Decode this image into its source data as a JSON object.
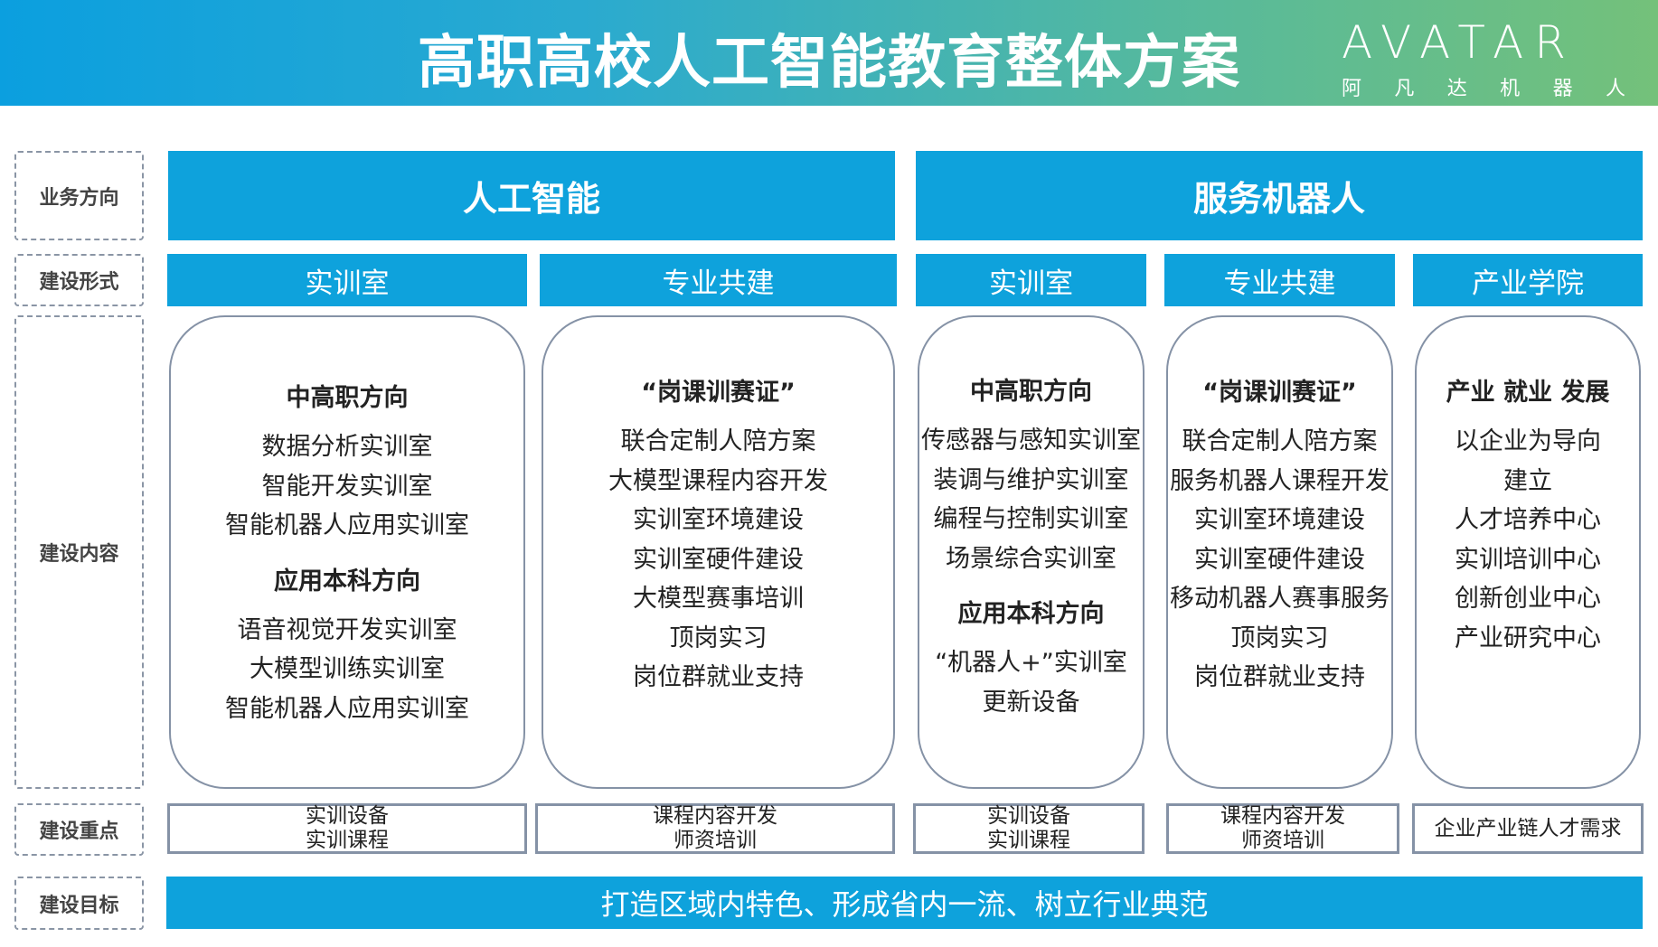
{
  "header": {
    "title": "高职高校人工智能教育整体方案",
    "logo_mark": "AVATAR",
    "logo_chars": [
      "阿",
      "凡",
      "达",
      "机",
      "器",
      "人"
    ]
  },
  "labels": {
    "direction": "业务方向",
    "form": "建设形式",
    "content": "建设内容",
    "focus": "建设重点",
    "goal": "建设目标"
  },
  "directions": [
    "人工智能",
    "服务机器人"
  ],
  "forms": [
    "实训室",
    "专业共建",
    "实训室",
    "专业共建",
    "产业学院"
  ],
  "columns": [
    {
      "sections": [
        {
          "heading": "中高职方向",
          "items": [
            "数据分析实训室",
            "智能开发实训室",
            "智能机器人应用实训室"
          ]
        },
        {
          "heading": "应用本科方向",
          "items": [
            "语音视觉开发实训室",
            "大模型训练实训室",
            "智能机器人应用实训室"
          ]
        }
      ]
    },
    {
      "sections": [
        {
          "heading": "“岗课训赛证”",
          "items": [
            "联合定制人陪方案",
            "大模型课程内容开发",
            "实训室环境建设",
            "实训室硬件建设",
            "大模型赛事培训",
            "顶岗实习",
            "岗位群就业支持"
          ]
        }
      ]
    },
    {
      "sections": [
        {
          "heading": "中高职方向",
          "items": [
            "传感器与感知实训室",
            "装调与维护实训室",
            "编程与控制实训室",
            "场景综合实训室"
          ]
        },
        {
          "heading": "应用本科方向",
          "items": [
            "“机器人+”实训室",
            "更新设备"
          ]
        }
      ]
    },
    {
      "sections": [
        {
          "heading": "“岗课训赛证”",
          "items": [
            "联合定制人陪方案",
            "服务机器人课程开发",
            "实训室环境建设",
            "实训室硬件建设",
            "移动机器人赛事服务",
            "顶岗实习",
            "岗位群就业支持"
          ]
        }
      ]
    },
    {
      "sections": [
        {
          "heading": "产业 就业 发展",
          "items": [
            "以企业为导向",
            "建立",
            "人才培养中心",
            "实训培训中心",
            "创新创业中心",
            "产业研究中心"
          ]
        }
      ]
    }
  ],
  "focus": [
    [
      "实训设备",
      "实训课程"
    ],
    [
      "课程内容开发",
      "师资培训"
    ],
    [
      "实训设备",
      "实训课程"
    ],
    [
      "课程内容开发",
      "师资培训"
    ],
    [
      "企业产业链人才需求"
    ]
  ],
  "goal": "打造区域内特色、形成省内一流、树立行业典范"
}
